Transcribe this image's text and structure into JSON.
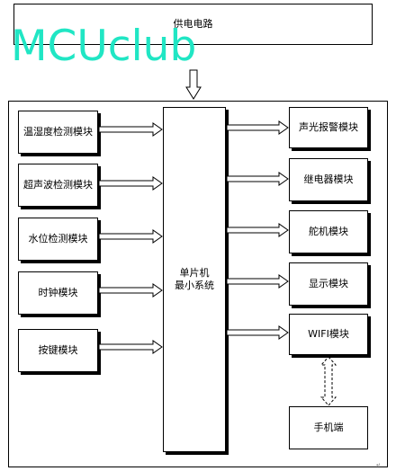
{
  "power": {
    "label": "供电电路"
  },
  "watermark": {
    "text": "MCUclub",
    "color": "#20e6c4"
  },
  "mcu": {
    "line1": "单片机",
    "line2": "最小系统"
  },
  "inputs": [
    {
      "label": "温湿度检测模块"
    },
    {
      "label": "超声波检测模块"
    },
    {
      "label": "水位检测模块"
    },
    {
      "label": "时钟模块"
    },
    {
      "label": "按键模块"
    }
  ],
  "outputs": [
    {
      "label": "声光报警模块"
    },
    {
      "label": "继电器模块"
    },
    {
      "label": "舵机模块"
    },
    {
      "label": "显示模块"
    },
    {
      "label": "WIFI模块"
    }
  ],
  "phone": {
    "label": "手机端"
  },
  "corner_mark": "↵"
}
